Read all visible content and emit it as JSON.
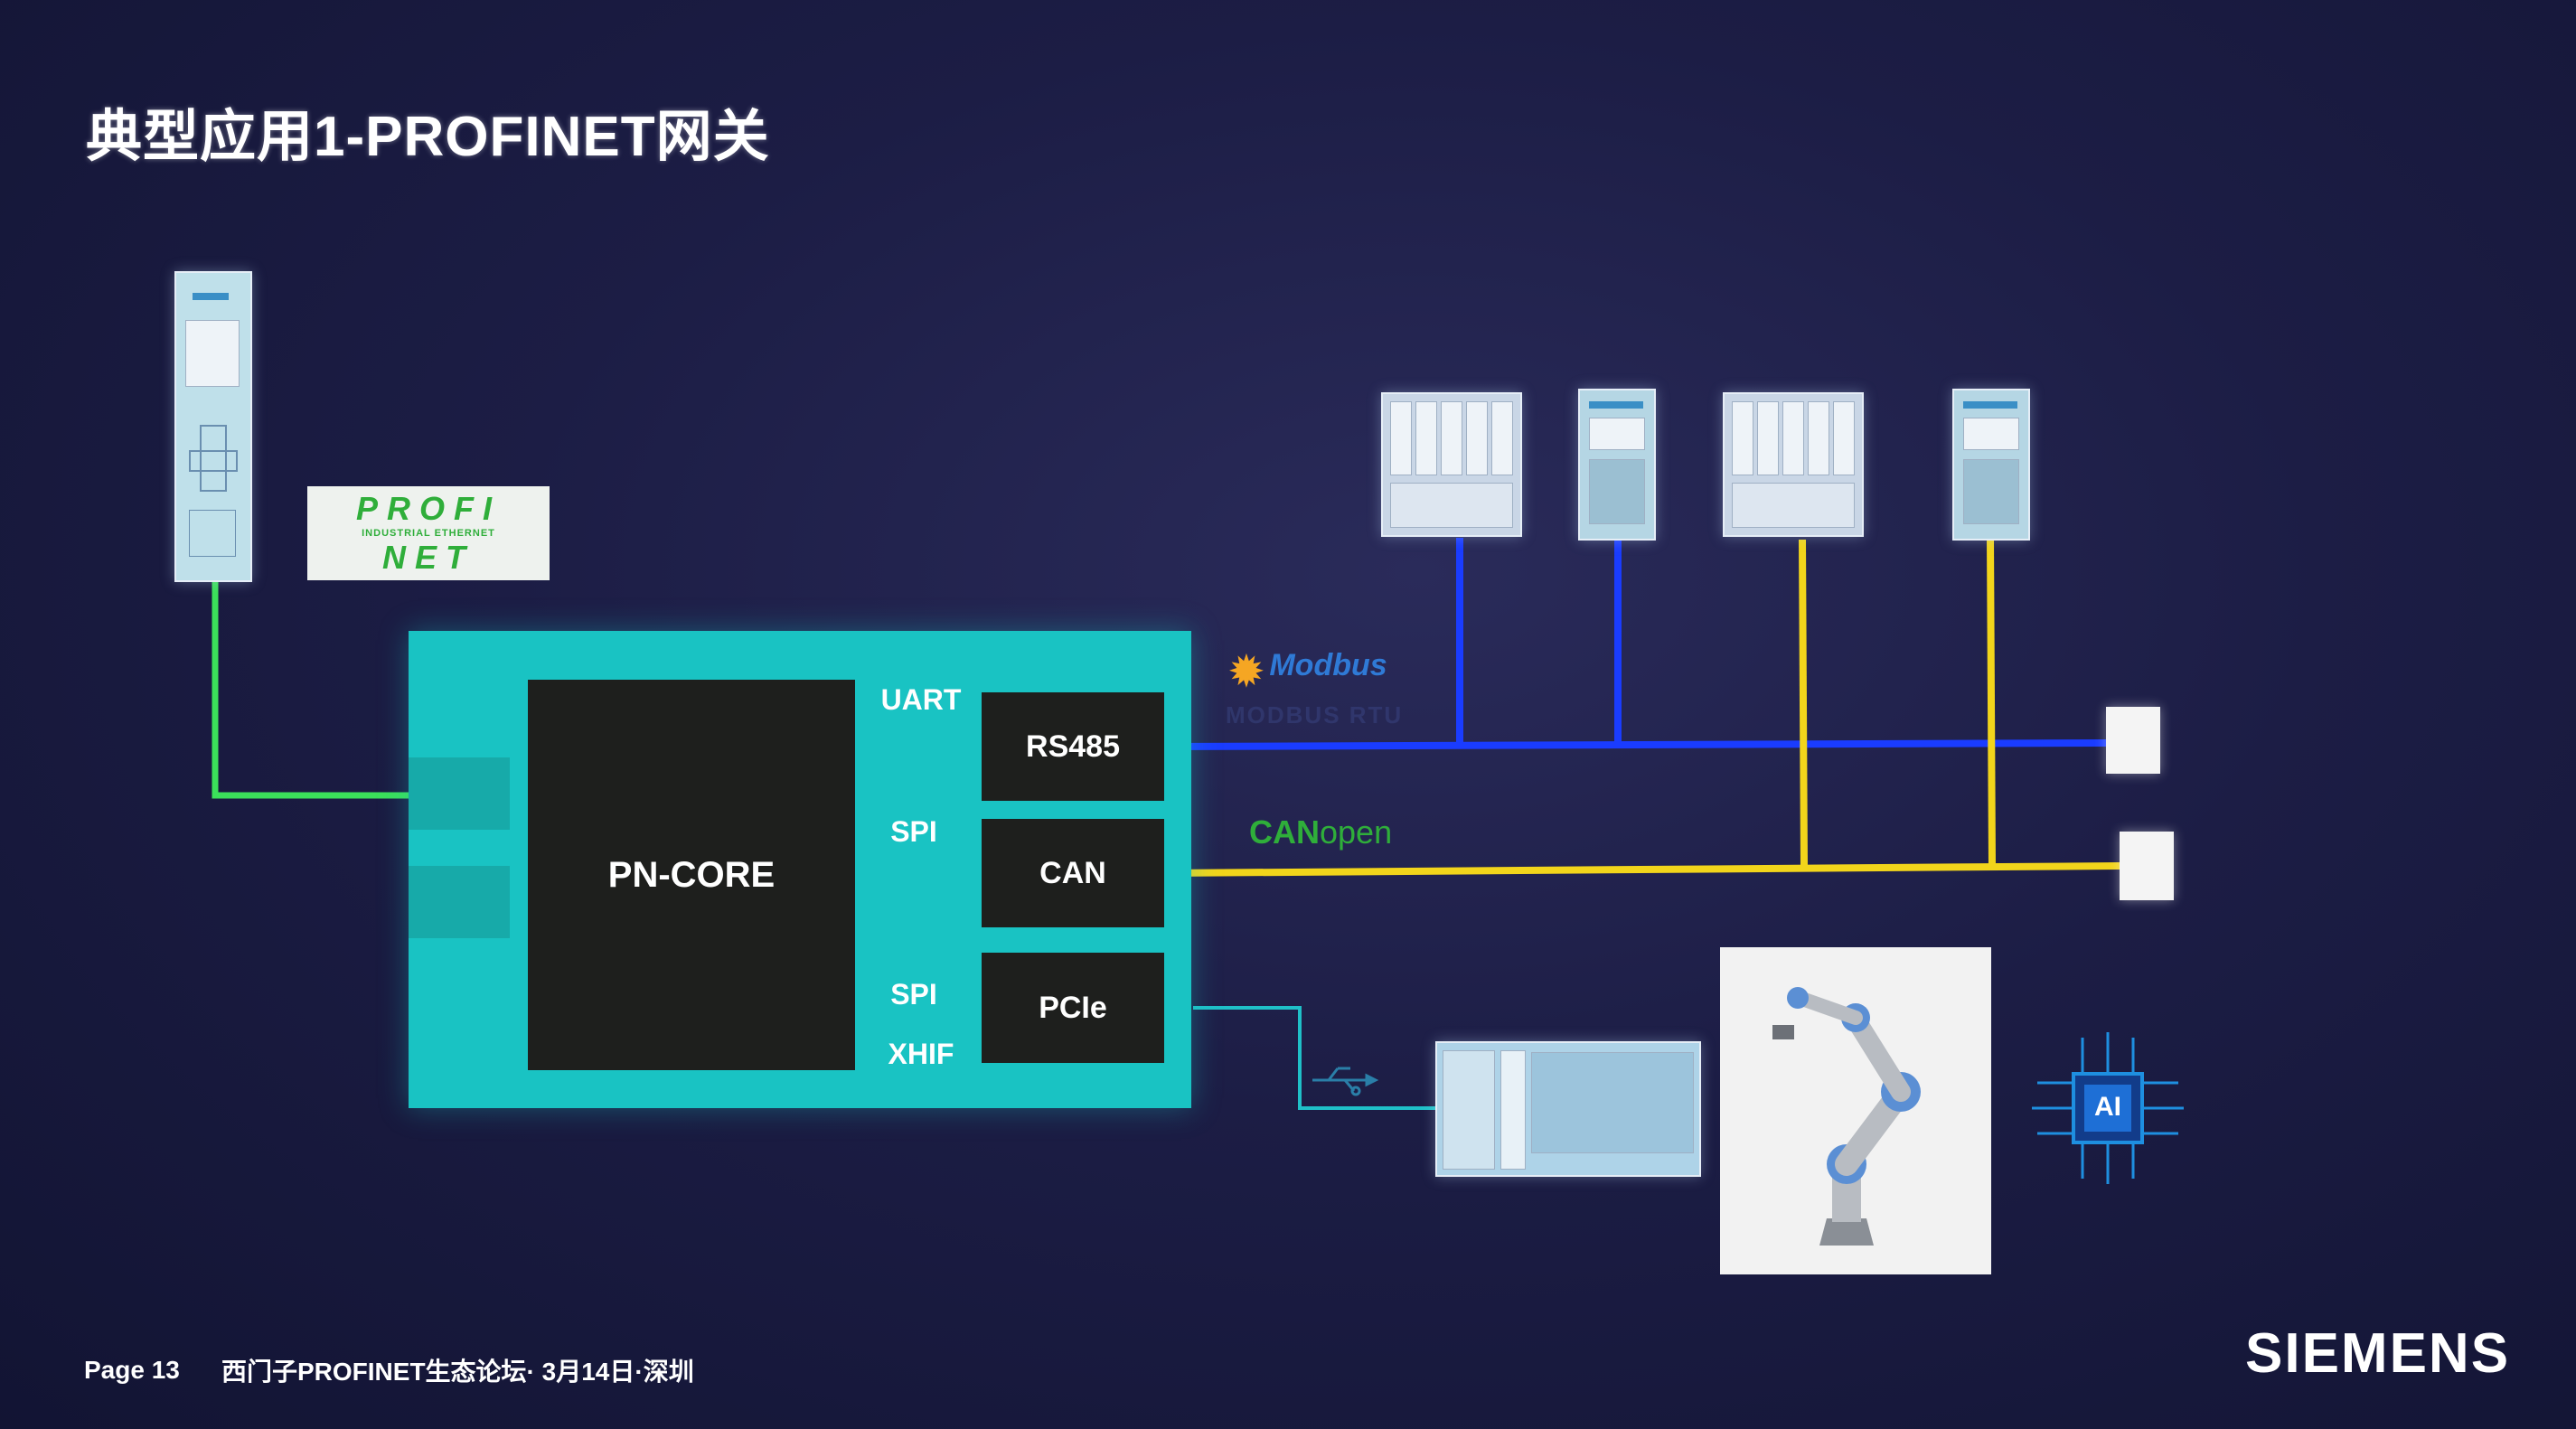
{
  "title": "典型应用1-PROFINET网关",
  "profinet_logo": {
    "line1": "PROFI",
    "tagline": "INDUSTRIAL ETHERNET",
    "line2": "NET"
  },
  "board": {
    "core_label": "PN-CORE",
    "interfaces": [
      {
        "bus_top": "UART",
        "bus_bottom": "",
        "chip": "RS485"
      },
      {
        "bus_top": "SPI",
        "bus_bottom": "",
        "chip": "CAN"
      },
      {
        "bus_top": "SPI",
        "bus_bottom": "XHIF",
        "chip": "PCIe"
      }
    ]
  },
  "fieldbus_logos": {
    "modbus": "Modbus",
    "modbus_sub": "MODBUS RTU",
    "canopen_can": "CAN",
    "canopen_open": "open"
  },
  "ai_chip_label": "AI",
  "footer": {
    "page": "Page 13",
    "event": "西门子PROFINET生态论坛· 3月14日·深圳"
  },
  "brand": "SIEMENS",
  "colors": {
    "background": "#1c1d45",
    "board": "#19c3c3",
    "chip": "#1e1f1d",
    "rs485_line": "#1a3cff",
    "can_line": "#f2d51b",
    "profinet_line": "#3be05a",
    "pcie_line": "#1fc0c8",
    "arrow": "#1f5fb4"
  }
}
